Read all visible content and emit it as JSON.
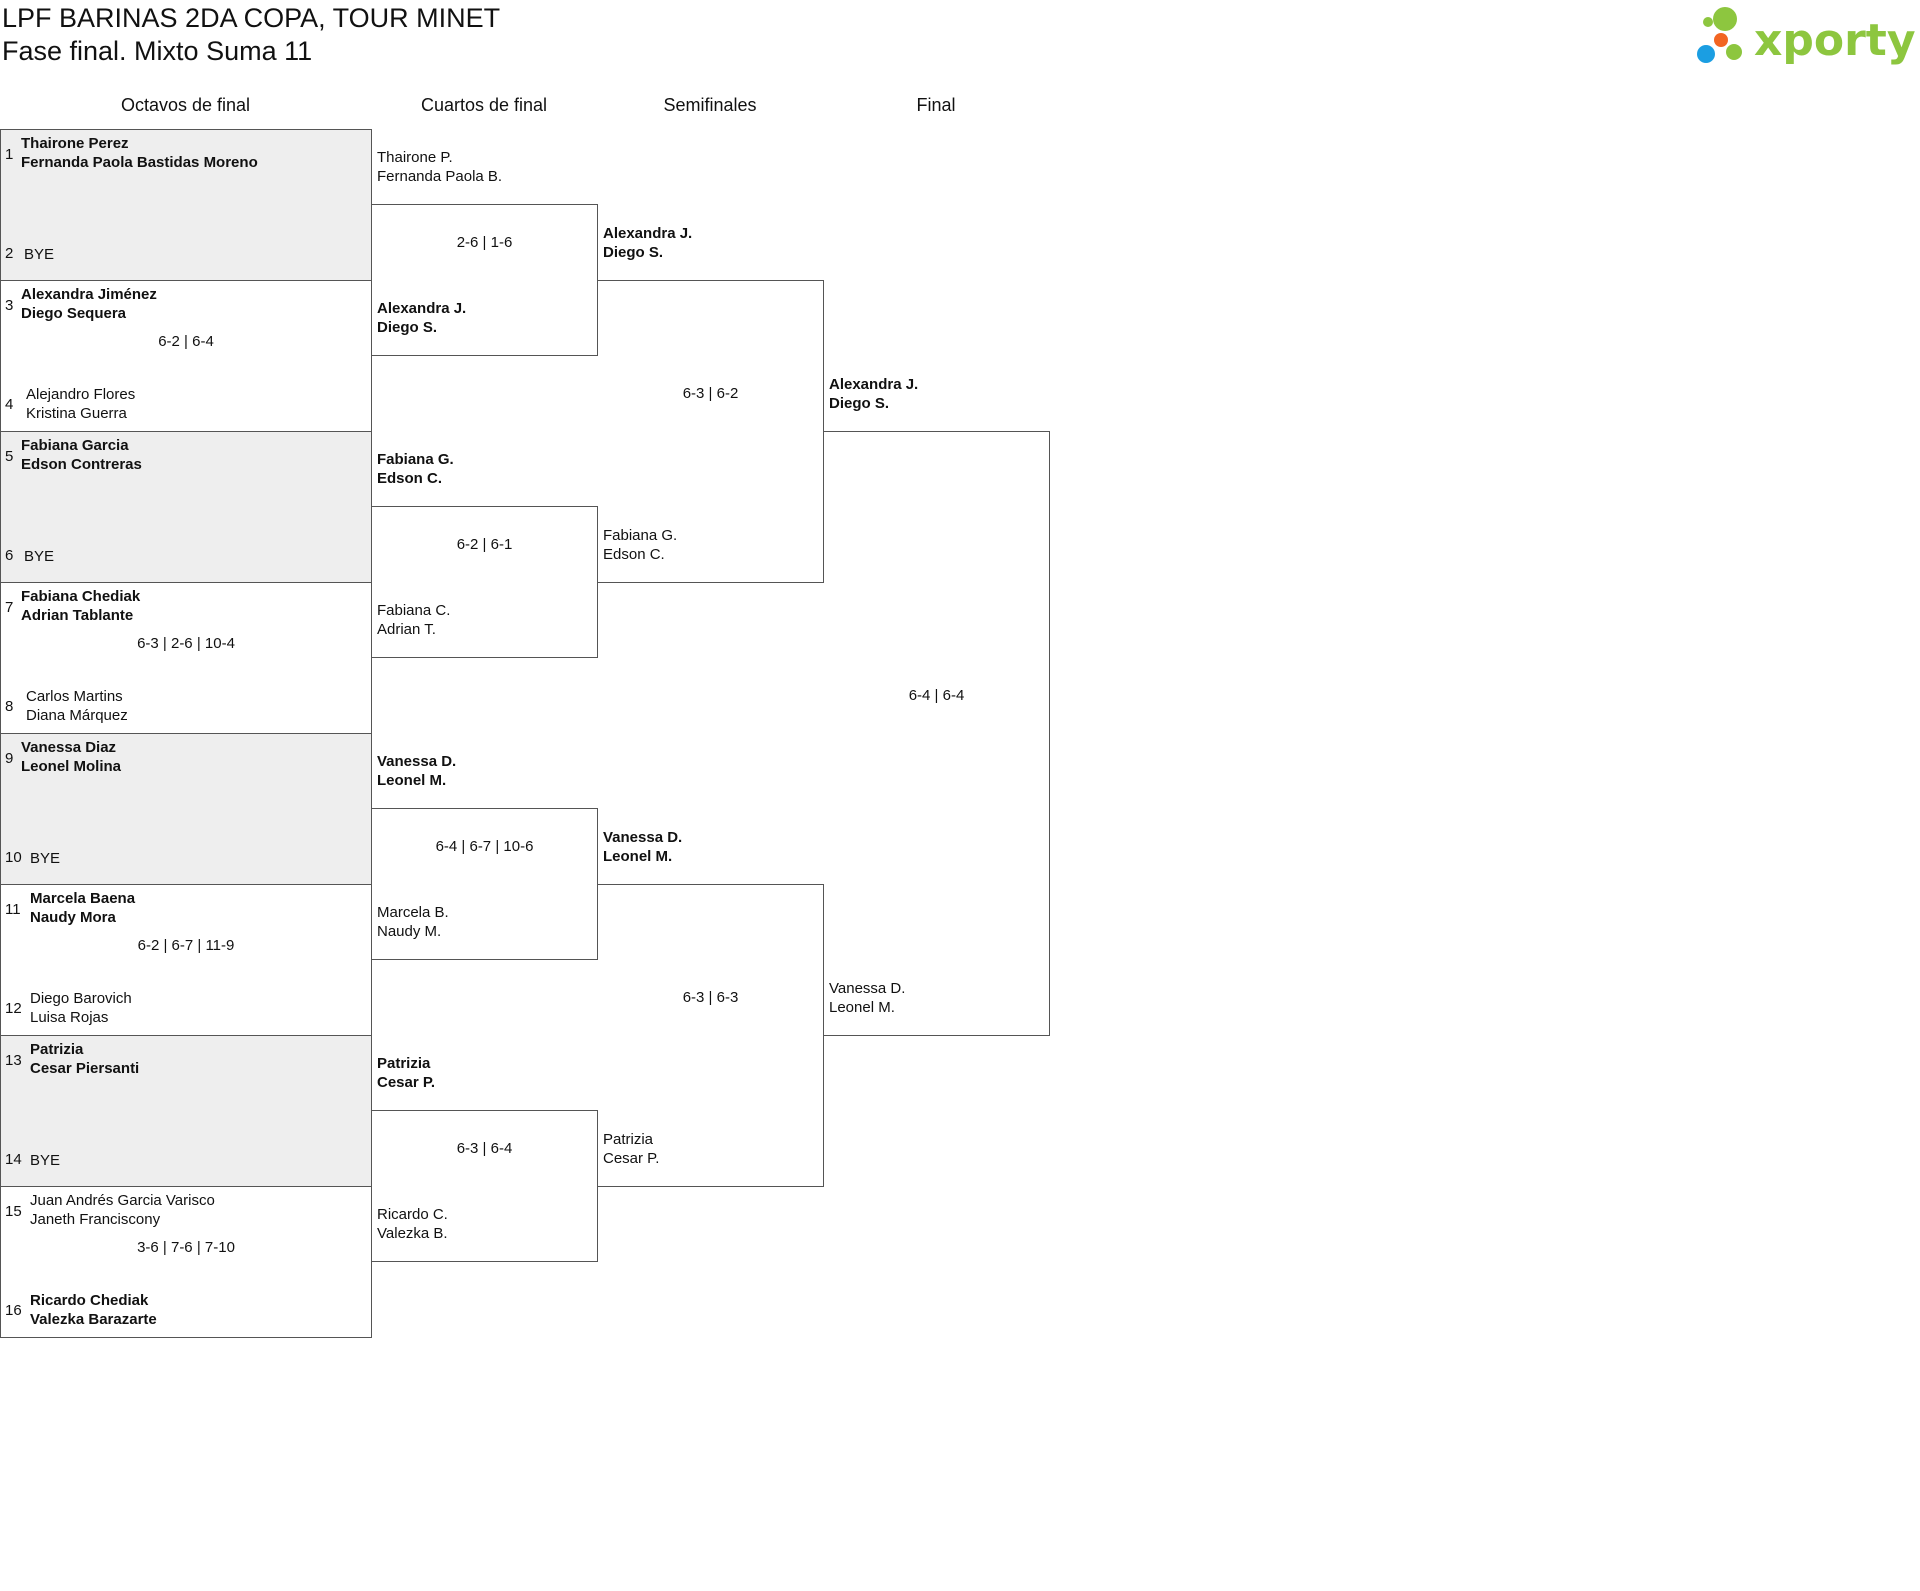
{
  "header": {
    "title": "LPF BARINAS 2DA COPA, TOUR MINET",
    "subtitle": "Fase final. Mixto Suma 11",
    "logo_text": "xporty",
    "logo_colors": {
      "green": "#8dc63f",
      "orange": "#f26522",
      "blue": "#1b9ee2"
    }
  },
  "rounds": [
    "Octavos de final",
    "Cuartos de final",
    "Semifinales",
    "Final"
  ],
  "r16": [
    {
      "seed_a": "1",
      "a1": "Thairone Perez",
      "a2": "Fernanda Paola Bastidas Moreno",
      "seed_b": "2",
      "b1": "BYE",
      "b2": "",
      "score": "",
      "winner": "a"
    },
    {
      "seed_a": "3",
      "a1": "Alexandra Jiménez",
      "a2": "Diego Sequera",
      "seed_b": "4",
      "b1": "Alejandro Flores",
      "b2": "Kristina Guerra",
      "score": "6-2 | 6-4",
      "winner": "a"
    },
    {
      "seed_a": "5",
      "a1": "Fabiana Garcia",
      "a2": "Edson Contreras",
      "seed_b": "6",
      "b1": "BYE",
      "b2": "",
      "score": "",
      "winner": "a"
    },
    {
      "seed_a": "7",
      "a1": "Fabiana Chediak",
      "a2": "Adrian Tablante",
      "seed_b": "8",
      "b1": "Carlos Martins",
      "b2": "Diana Márquez",
      "score": "6-3 | 2-6 | 10-4",
      "winner": "a"
    },
    {
      "seed_a": "9",
      "a1": "Vanessa Diaz",
      "a2": "Leonel Molina",
      "seed_b": "10",
      "b1": "BYE",
      "b2": "",
      "score": "",
      "winner": "a"
    },
    {
      "seed_a": "11",
      "a1": "Marcela Baena",
      "a2": "Naudy Mora",
      "seed_b": "12",
      "b1": "Diego Barovich",
      "b2": "Luisa Rojas",
      "score": "6-2 | 6-7 | 11-9",
      "winner": "a"
    },
    {
      "seed_a": "13",
      "a1": "Patrizia",
      "a2": "Cesar Piersanti",
      "seed_b": "14",
      "b1": "BYE",
      "b2": "",
      "score": "",
      "winner": "a"
    },
    {
      "seed_a": "15",
      "a1": "Juan Andrés Garcia Varisco",
      "a2": "Janeth Franciscony",
      "seed_b": "16",
      "b1": "Ricardo Chediak",
      "b2": "Valezka Barazarte",
      "score": "3-6 | 7-6 | 7-10",
      "winner": "b"
    }
  ],
  "qf": [
    {
      "a1": "Thairone P.",
      "a2": "Fernanda Paola B.",
      "b1": "Alexandra J.",
      "b2": "Diego S.",
      "score": "2-6 | 1-6",
      "winner": "b"
    },
    {
      "a1": "Fabiana G.",
      "a2": "Edson C.",
      "b1": "Fabiana C.",
      "b2": "Adrian T.",
      "score": "6-2 | 6-1",
      "winner": "a"
    },
    {
      "a1": "Vanessa D.",
      "a2": "Leonel M.",
      "b1": "Marcela B.",
      "b2": "Naudy M.",
      "score": "6-4 | 6-7 | 10-6",
      "winner": "a"
    },
    {
      "a1": "Patrizia",
      "a2": "Cesar P.",
      "b1": "Ricardo C.",
      "b2": "Valezka B.",
      "score": "6-3 | 6-4",
      "winner": "a"
    }
  ],
  "sf": [
    {
      "a1": "Alexandra J.",
      "a2": "Diego S.",
      "b1": "Fabiana G.",
      "b2": "Edson C.",
      "score": "6-3 | 6-2",
      "winner": "a"
    },
    {
      "a1": "Vanessa D.",
      "a2": "Leonel M.",
      "b1": "Patrizia",
      "b2": "Cesar P.",
      "score": "6-3 | 6-3",
      "winner": "a"
    }
  ],
  "final": [
    {
      "a1": "Alexandra J.",
      "a2": "Diego S.",
      "b1": "Vanessa D.",
      "b2": "Leonel M.",
      "score": "6-4 | 6-4",
      "winner": "a"
    }
  ]
}
